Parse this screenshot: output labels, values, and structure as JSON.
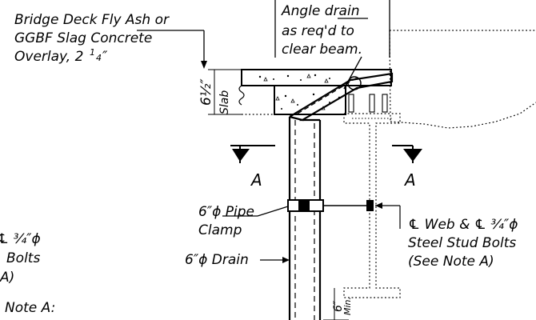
{
  "labels": {
    "overlay_line1": "Bridge Deck Fly Ash or",
    "overlay_line2": "GGBF Slag  Concrete",
    "overlay_line3": "Overlay, 2",
    "overlay_frac": "1",
    "overlay_frac_den": "4",
    "overlay_inch": "″",
    "angle_line1": "Angle drain",
    "angle_line2": "as req'd to",
    "angle_line3": "clear beam.",
    "slab_dim": "6½″",
    "slab_word": "Slab",
    "section_letter": "A",
    "pipe_clamp_line1": "6″ϕ Pipe",
    "pipe_clamp_line2": "Clamp",
    "web_line1": "℄ Web & ℄ ¾″ϕ",
    "web_line2": "Steel Stud Bolts",
    "web_line3": "(See Note A)",
    "left_cut_line1": "℄ ¾″ϕ",
    "left_cut_line2": "Bolts",
    "left_cut_line3": "A)",
    "drain_label": "6″ϕ Drain",
    "min_dim": "6″",
    "min_word": "Min.",
    "note_title": "Note A:"
  }
}
